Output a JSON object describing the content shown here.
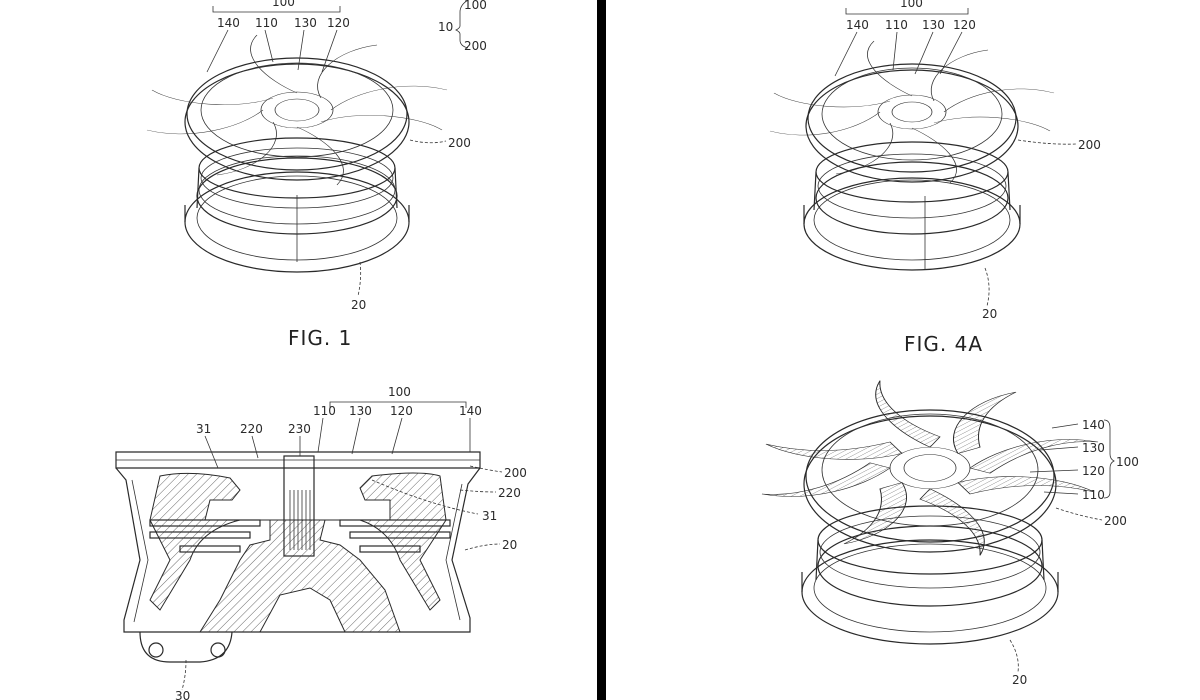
{
  "figures": {
    "fig1": {
      "caption": "FIG. 1",
      "labels": {
        "l100": "100",
        "l140": "140",
        "l110": "110",
        "l130": "130",
        "l120": "120",
        "l200": "200",
        "l20": "20",
        "bracket_main": "10",
        "bracket_top": "100",
        "bracket_bottom": "200"
      }
    },
    "fig4a": {
      "caption": "FIG. 4A",
      "labels": {
        "l100": "100",
        "l140": "140",
        "l110": "110",
        "l130": "130",
        "l120": "120",
        "l200": "200",
        "l20": "20"
      }
    },
    "section": {
      "labels": {
        "l100": "100",
        "l110": "110",
        "l130": "130",
        "l120": "120",
        "l140": "140",
        "l31a": "31",
        "l220a": "220",
        "l230": "230",
        "l200": "200",
        "l220b": "220",
        "l31b": "31",
        "l20": "20",
        "l30": "30"
      }
    },
    "fig4b": {
      "labels": {
        "l140": "140",
        "l130": "130",
        "l120": "120",
        "l110": "110",
        "l100": "100",
        "l200": "200",
        "l20": "20"
      }
    }
  }
}
